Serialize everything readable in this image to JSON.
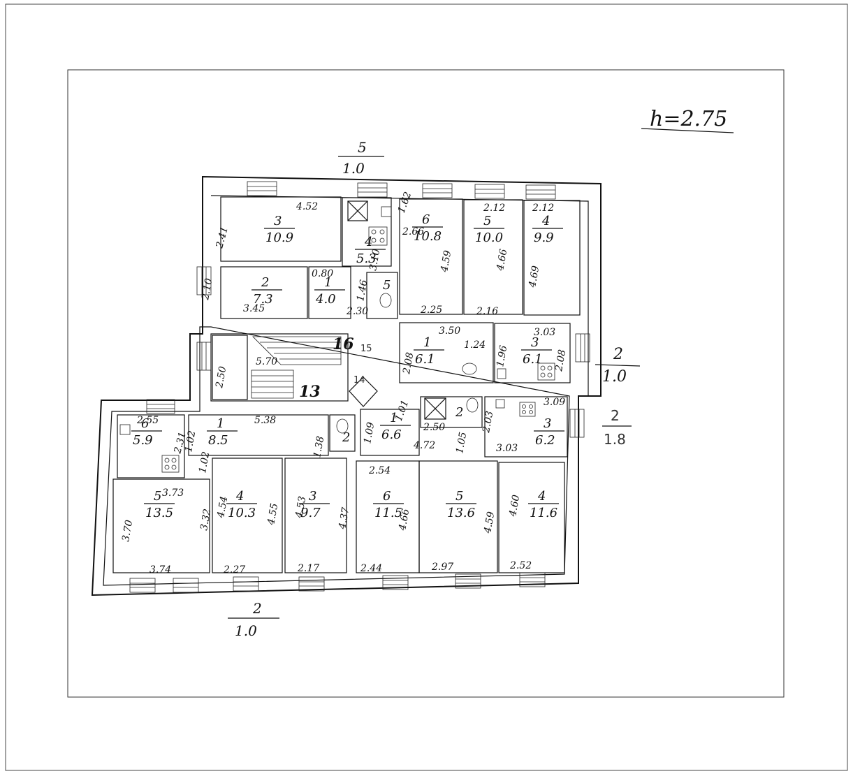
{
  "height_note": "h=2.75",
  "outer_labels": {
    "top": {
      "num": "5",
      "den": "1.0"
    },
    "right_upper": {
      "num": "2",
      "den": "1.0"
    },
    "right_lower": {
      "num": "2",
      "den": "1.8"
    },
    "bottom": {
      "num": "2",
      "den": "1.0"
    }
  },
  "rooms": [
    {
      "id": "nw-3",
      "num": "3",
      "area": "10.9"
    },
    {
      "id": "nw-2",
      "num": "2",
      "area": "7.3"
    },
    {
      "id": "nw-1",
      "num": "1",
      "area": "4.0"
    },
    {
      "id": "nw-4",
      "num": "4",
      "area": "5.3"
    },
    {
      "id": "nw-5",
      "num": "5",
      "area": ""
    },
    {
      "id": "ne-6",
      "num": "6",
      "area": "10.8"
    },
    {
      "id": "ne-5",
      "num": "5",
      "area": "10.0"
    },
    {
      "id": "ne-4",
      "num": "4",
      "area": "9.9"
    },
    {
      "id": "ne-1",
      "num": "1",
      "area": "6.1"
    },
    {
      "id": "ne-3",
      "num": "3",
      "area": "6.1"
    },
    {
      "id": "sw-6",
      "num": "6",
      "area": "5.9"
    },
    {
      "id": "sw-1",
      "num": "1",
      "area": "8.5"
    },
    {
      "id": "sw-5",
      "num": "5",
      "area": "13.5"
    },
    {
      "id": "sw-4",
      "num": "4",
      "area": "10.3"
    },
    {
      "id": "sw-3",
      "num": "3",
      "area": "9.7"
    },
    {
      "id": "sw-2",
      "num": "2",
      "area": ""
    },
    {
      "id": "se-1",
      "num": "1",
      "area": "6.6"
    },
    {
      "id": "se-2",
      "num": "2",
      "area": ""
    },
    {
      "id": "se-3",
      "num": "3",
      "area": "6.2"
    },
    {
      "id": "se-6",
      "num": "6",
      "area": "11.5"
    },
    {
      "id": "se-5",
      "num": "5",
      "area": "13.6"
    },
    {
      "id": "se-4",
      "num": "4",
      "area": "11.6"
    }
  ],
  "common_labels": {
    "stair_16": "16",
    "stair_13": "13",
    "hall_15": "15",
    "hall_14": "14"
  },
  "dimensions": [
    "4.52",
    "2.41",
    "2.10",
    "3.45",
    "0.80",
    "2.30",
    "3.10",
    "1.46",
    "1.62",
    "2.66",
    "2.12",
    "2.12",
    "4.59",
    "4.66",
    "4.69",
    "2.25",
    "2.16",
    "3.50",
    "1.24",
    "3.03",
    "2.08",
    "1.96",
    "2.08",
    "2.50",
    "5.70",
    "2.55",
    "2.31",
    "5.38",
    "1.38",
    "1.02",
    "1.02",
    "1.09",
    "1.01",
    "4.72",
    "2.50",
    "1.05",
    "2.03",
    "3.09",
    "3.03",
    "3.73",
    "3.70",
    "3.32",
    "4.54",
    "4.55",
    "4.53",
    "4.37",
    "2.54",
    "4.66",
    "4.59",
    "4.60",
    "3.74",
    "2.27",
    "2.17",
    "2.44",
    "2.97",
    "2.52"
  ]
}
